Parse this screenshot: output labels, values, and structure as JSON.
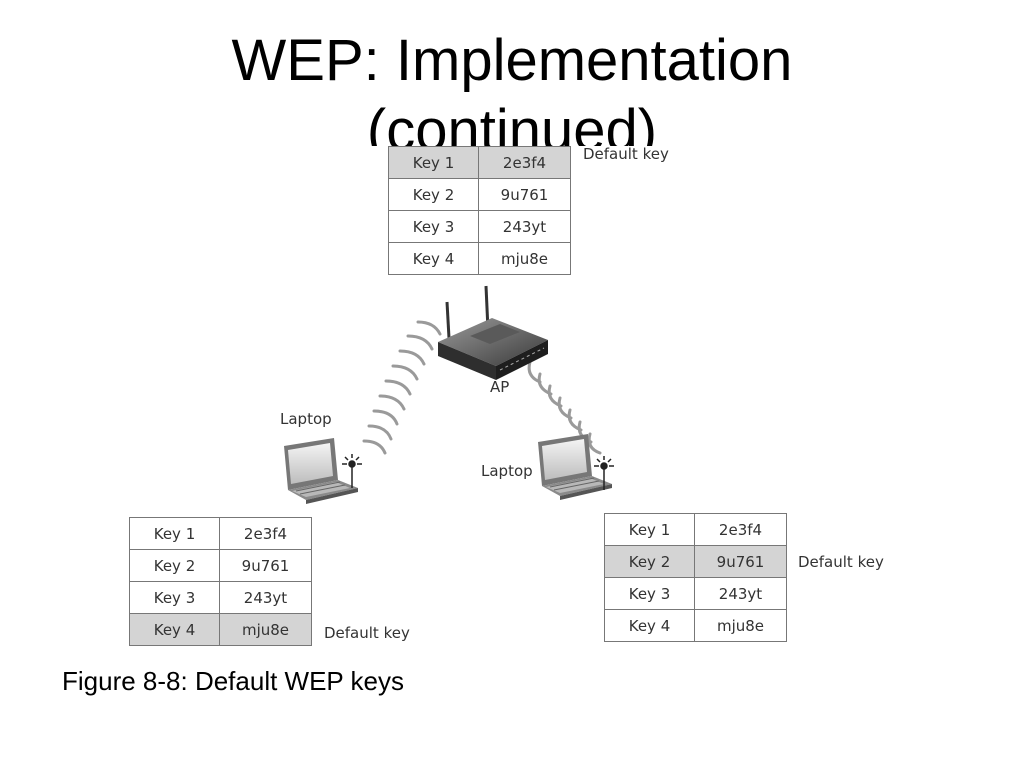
{
  "title": {
    "line1": "WEP: Implementation",
    "line2": "(continued)"
  },
  "default_key_label": "Default key",
  "ap": {
    "label": "AP",
    "default_key_index": 0
  },
  "laptop_left": {
    "label": "Laptop",
    "default_key_index": 3
  },
  "laptop_right": {
    "label": "Laptop",
    "default_key_index": 1
  },
  "keys": [
    {
      "name": "Key 1",
      "value": "2e3f4"
    },
    {
      "name": "Key 2",
      "value": "9u761"
    },
    {
      "name": "Key 3",
      "value": "243yt"
    },
    {
      "name": "Key 4",
      "value": "mju8e"
    }
  ],
  "caption": "Figure 8-8: Default WEP keys"
}
